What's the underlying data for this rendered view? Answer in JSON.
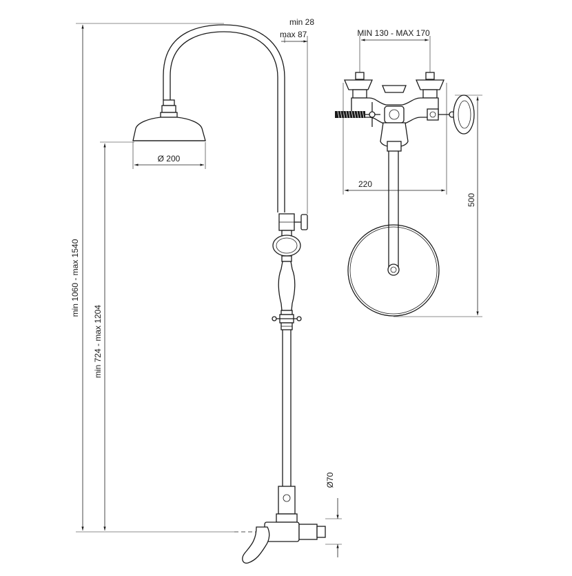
{
  "dimensions": {
    "total_height": "min 1060 - max 1540",
    "head_height": "min 724 - max 1204",
    "head_diameter": "Ø 200",
    "offset_min": "min 28",
    "offset_max": "max 87",
    "center_distance": "MIN 130 - MAX 170",
    "top_width": "220",
    "top_height": "500",
    "inlet_diameter": "Ø70"
  },
  "colors": {
    "line": "#1a1a1a",
    "background": "#ffffff"
  }
}
